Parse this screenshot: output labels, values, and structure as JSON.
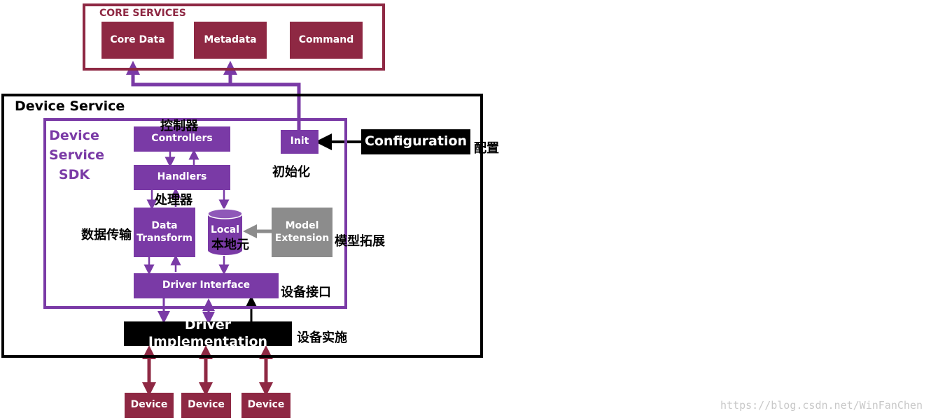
{
  "colors": {
    "core_maroon": "#8e2843",
    "sdk_purple": "#7a3aa6",
    "model_grey": "#8c8c8c",
    "black": "#000000"
  },
  "core_services": {
    "title": "CORE SERVICES",
    "boxes": [
      "Core Data",
      "Metadata",
      "Command"
    ]
  },
  "device_service": {
    "title": "Device Service",
    "sdk": {
      "title_lines": [
        "Device",
        "Service",
        "SDK"
      ]
    },
    "controllers": {
      "label": "Controllers",
      "cn": "控制器"
    },
    "handlers": {
      "label": "Handlers",
      "cn": "处理器"
    },
    "data_transform": {
      "label_lines": [
        "Data",
        "Transform"
      ],
      "cn": "数据传输"
    },
    "local": {
      "label": "Local",
      "cn": "本地元"
    },
    "init": {
      "label": "Init",
      "cn": "初始化"
    },
    "model_extension": {
      "label_lines": [
        "Model",
        "Extension"
      ],
      "cn": "模型拓展"
    },
    "driver_interface": {
      "label": "Driver Interface",
      "cn": "设备接口"
    },
    "driver_implementation": {
      "label": "Driver Implementation",
      "cn": "设备实施"
    }
  },
  "configuration": {
    "label": "Configuration",
    "cn": "配置"
  },
  "devices": [
    "Device",
    "Device",
    "Device"
  ],
  "watermark": "https://blog.csdn.net/WinFanChen"
}
